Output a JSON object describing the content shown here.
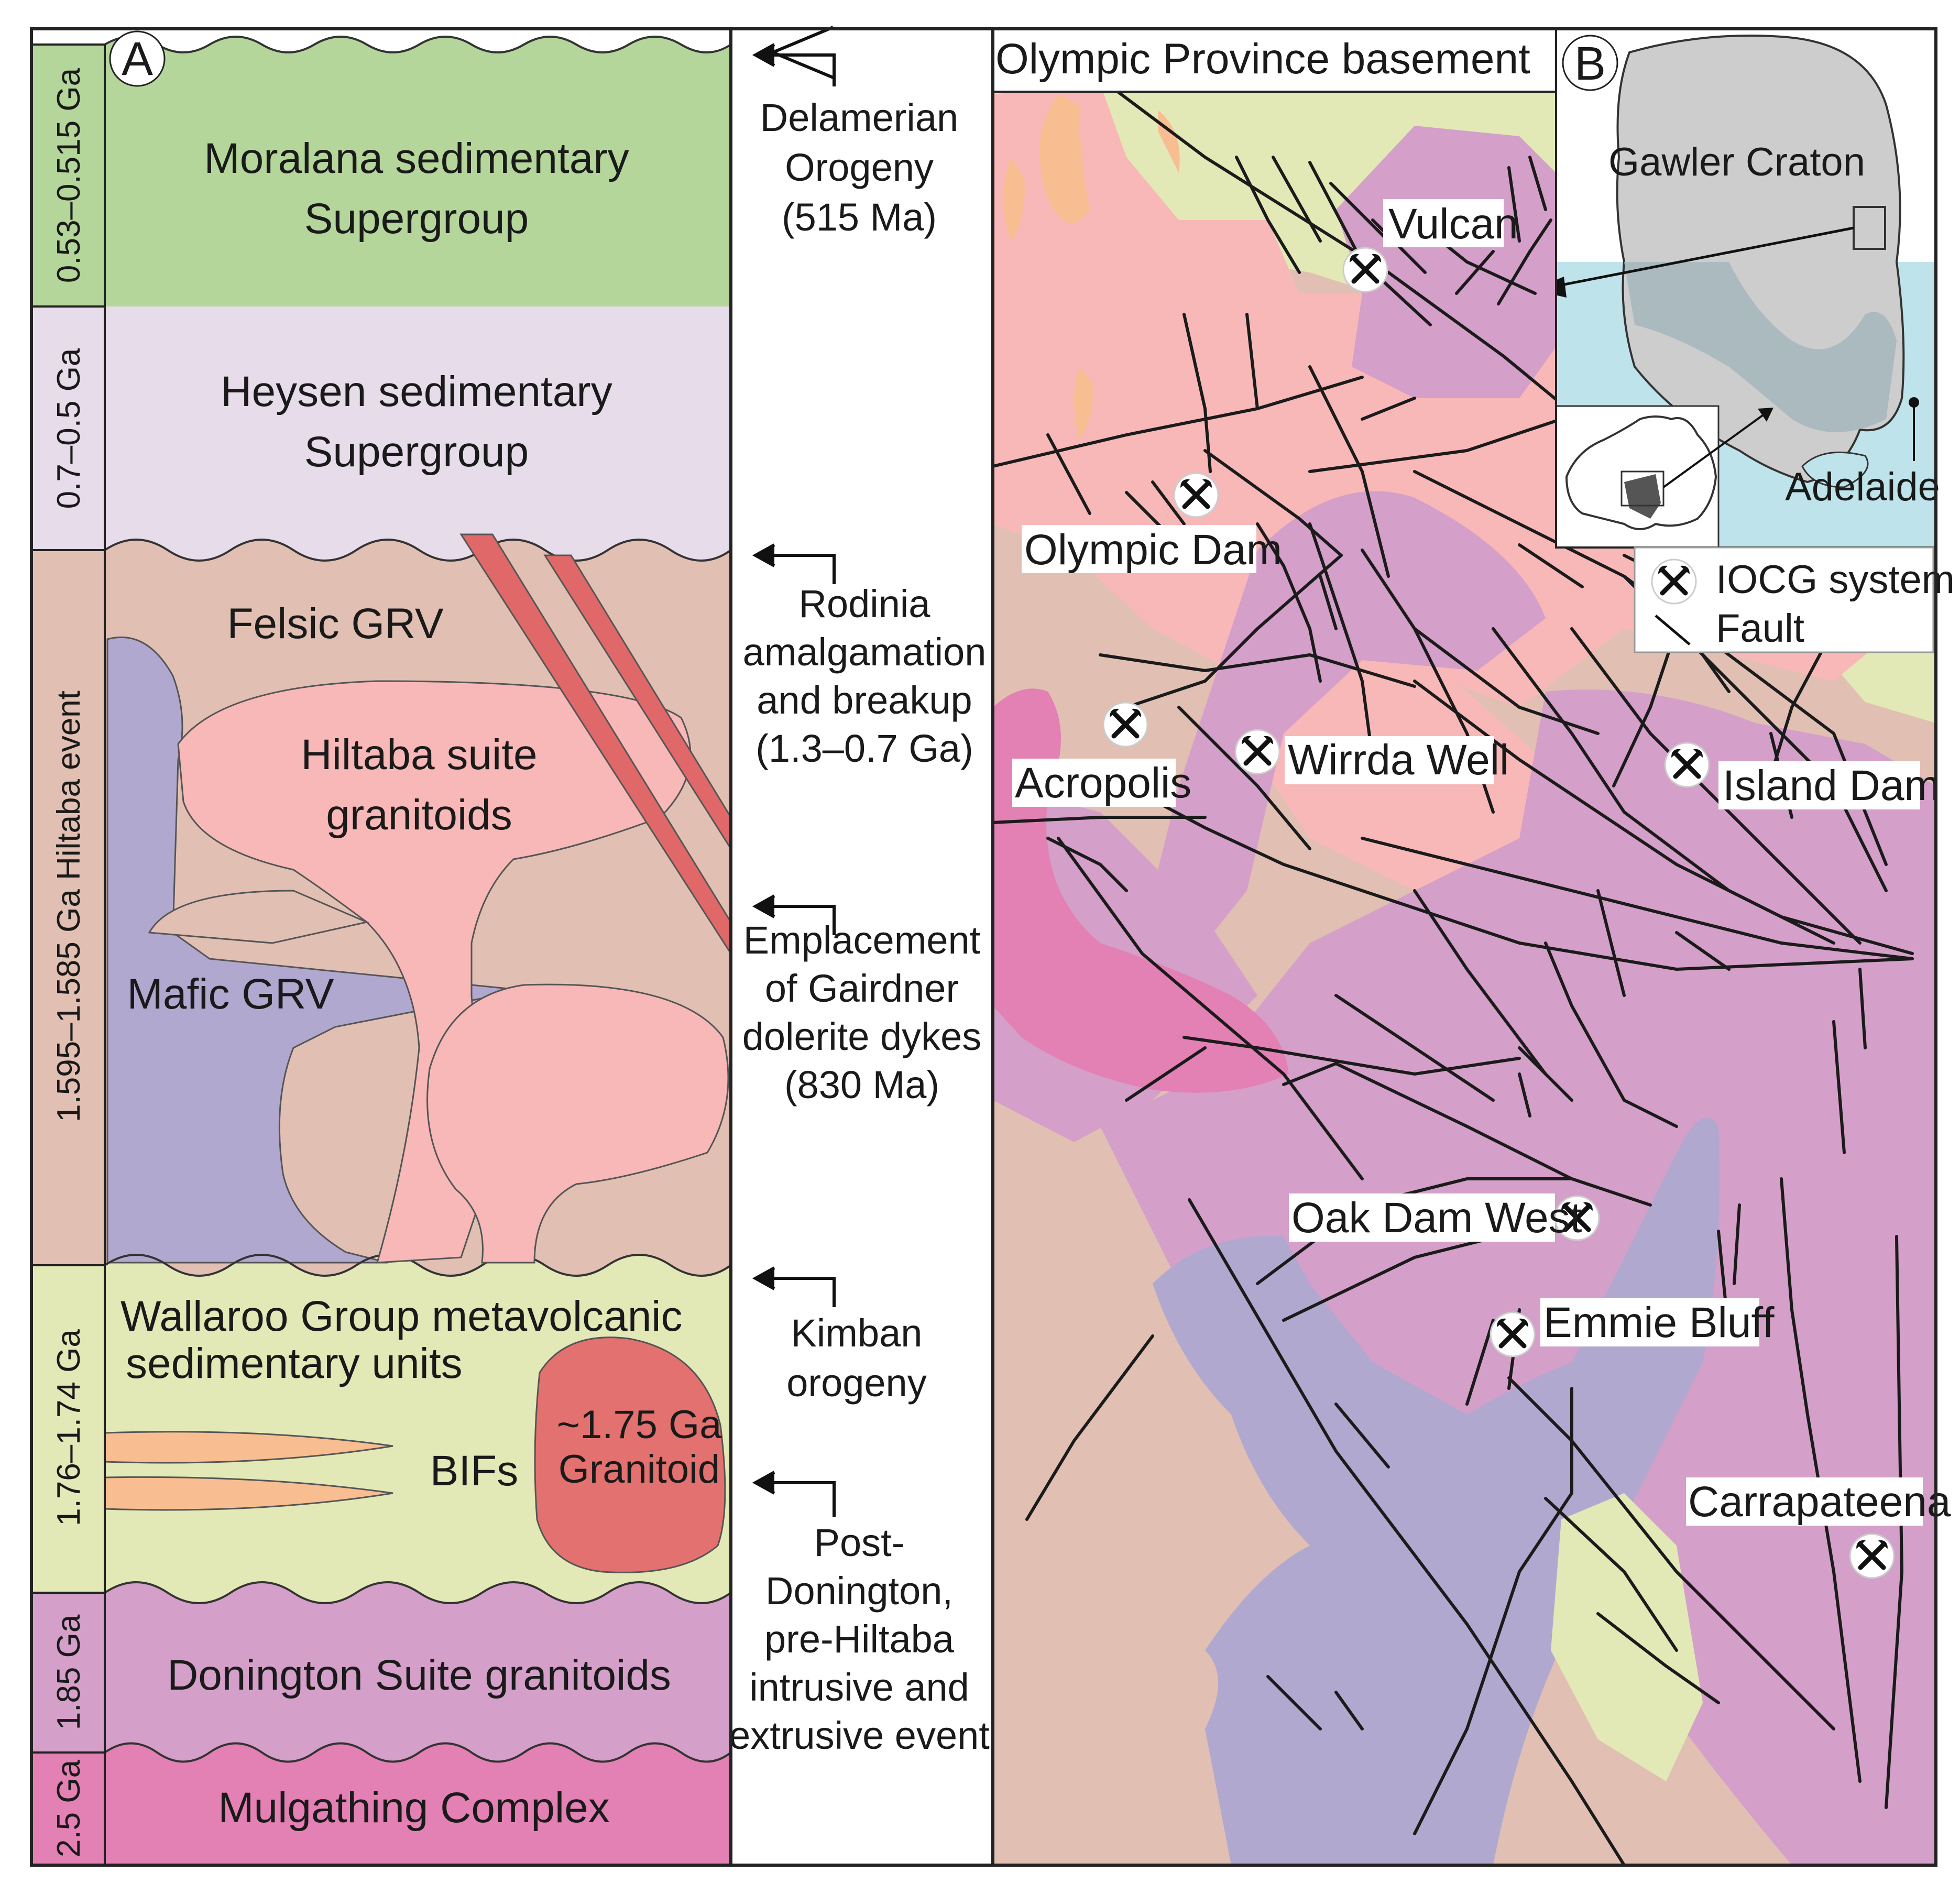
{
  "panel_a": {
    "letter": "A",
    "age_labels": [
      "0.53–0.515 Ga",
      "0.7–0.5 Ga",
      "1.595–1.585 Ga Hiltaba event",
      "1.76–1.74 Ga",
      "1.85 Ga",
      "2.5 Ga"
    ],
    "units": {
      "moralana_1": "Moralana sedimentary",
      "moralana_2": "Supergroup",
      "heysen_1": "Heysen sedimentary",
      "heysen_2": "Supergroup",
      "felsic_grv": "Felsic GRV",
      "hiltaba_1": "Hiltaba suite",
      "hiltaba_2": "granitoids",
      "mafic_grv": "Mafic GRV",
      "wallaroo_1": "Wallaroo Group metavolcanic",
      "wallaroo_2": "sedimentary units",
      "bifs": "BIFs",
      "granitoid_1": "~1.75 Ga",
      "granitoid_2": "Granitoid",
      "donington": "Donington Suite granitoids",
      "mulgathing": "Mulgathing Complex"
    }
  },
  "events": {
    "delamerian": [
      "Delamerian",
      "Orogeny",
      "(515 Ma)"
    ],
    "rodinia": [
      "Rodinia",
      "amalgamation",
      "and breakup",
      "(1.3–0.7 Ga)"
    ],
    "gairdner": [
      "Emplacement",
      "of Gairdner",
      "dolerite dykes",
      "(830 Ma)"
    ],
    "kimban": [
      "Kimban",
      "orogeny"
    ],
    "post_donington": [
      "Post-",
      "Donington,",
      "pre-Hiltaba",
      "intrusive and",
      "extrusive event"
    ]
  },
  "panel_b": {
    "letter": "B",
    "title": "Olympic Province basement",
    "inset_label": "Gawler Craton",
    "city": "Adelaide",
    "legend": {
      "iocg": "IOCG system",
      "fault": "Fault"
    },
    "deposits": [
      "Vulcan",
      "Olympic Dam",
      "Acropolis",
      "Wirrda Well",
      "Island Dam",
      "Oak Dam West",
      "Emmie Bluff",
      "Carrapateena"
    ]
  },
  "colors": {
    "moralana": "#b5d69a",
    "heysen": "#e6dcea",
    "hiltaba_band": "#e1c0b3",
    "wallaroo": "#e2e9b6",
    "donington": "#d49fc8",
    "mulgathing": "#e380b4",
    "mafic": "#b1a8d0",
    "granite_pink": "#f8b8b8",
    "dyke": "#e06868",
    "granitoid_175": "#e27170",
    "bif": "#f8be92",
    "sea": "#bfe3ea",
    "land_grey": "#cdcdcd"
  }
}
